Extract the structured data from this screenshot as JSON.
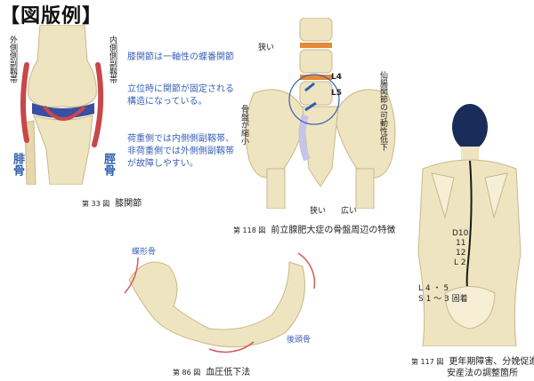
{
  "page_title": "【図版例】",
  "fig33": {
    "num": "第 33 図",
    "caption": "膝関節",
    "left_band": "外側側副靱帯",
    "right_band": "内側側副靱帯",
    "fibula": "腓骨",
    "tibia": "脛骨",
    "note1": "膝関節は一軸性の蝶番関節",
    "note2a": "立位時に関節が固定される",
    "note2b": "構造になっている。",
    "note3a": "荷重側では内側側副靱帯、",
    "note3b": "非荷重側では外側側副靱帯",
    "note3c": "が故障しやすい。"
  },
  "fig118": {
    "num": "第 118 図",
    "caption": "前立腺肥大症の骨盤周辺の特徴",
    "narrow_top": "狭い",
    "l4": "L4",
    "l5": "L5",
    "pelvis_shrink": "骨盤が縮小",
    "sacroiliac": "仙腸関節の可動性低下",
    "narrow_bottom": "狭い",
    "wide_bottom": "広い"
  },
  "fig86": {
    "num": "第 86 図",
    "caption": "血圧低下法",
    "label_top": "蝶形骨",
    "label_right": "後頭骨"
  },
  "fig117": {
    "num": "第 117 図",
    "caption_a": "更年期障害、分娩促進、",
    "caption_b": "安産法の調整箇所",
    "d10": "D10",
    "n11": "11",
    "n12": "12",
    "l2": "L 2",
    "l45": "L 4 ・ 5",
    "s13": "S 1 〜 3 固着"
  },
  "colors": {
    "bone": "#efe4c0",
    "bone_shade": "#d8c79a",
    "ligament": "#c8474a",
    "accent_blue": "#3a62b8",
    "sacrum_lavender": "#c8c3e8",
    "disc_orange": "#e58a3a"
  }
}
